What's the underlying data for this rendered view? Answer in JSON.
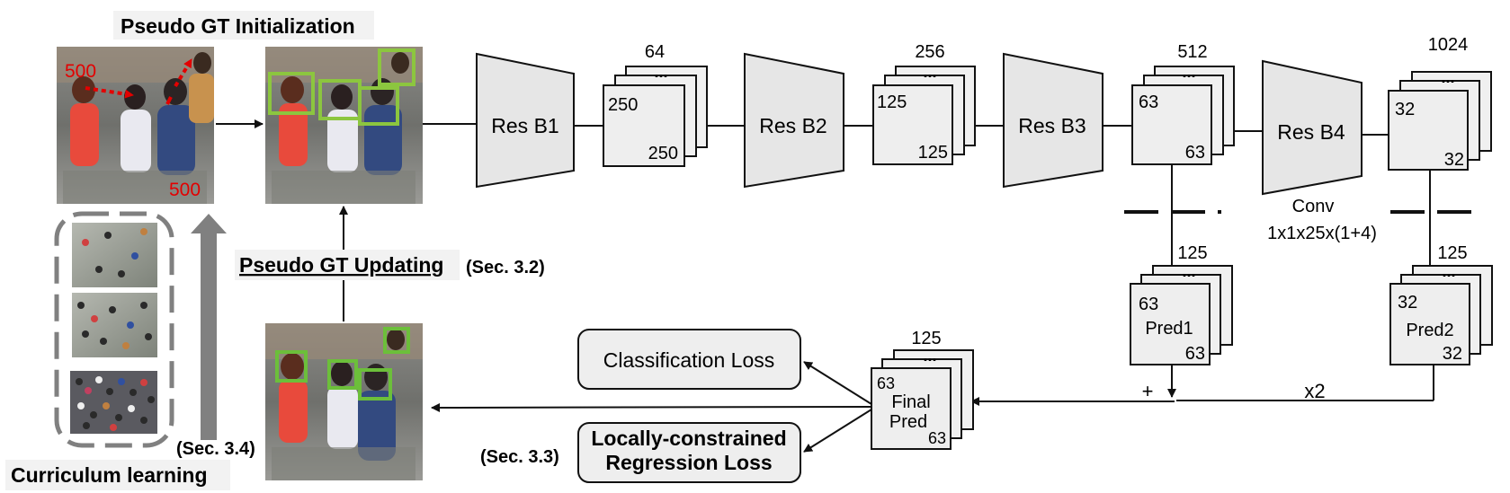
{
  "titles": {
    "pseudo_gt_init": "Pseudo GT Initialization",
    "pseudo_gt_updating": "Pseudo GT Updating",
    "pseudo_gt_updating_ref": "(Sec. 3.2)",
    "curriculum_learning": "Curriculum learning",
    "curriculum_ref": "(Sec. 3.4)",
    "regression_ref": "(Sec. 3.3)"
  },
  "image_annotations": {
    "dist_top": "500",
    "dist_bottom": "500"
  },
  "blocks": {
    "res_b1": "Res B1",
    "res_b2": "Res B2",
    "res_b3": "Res B3",
    "res_b4": "Res B4"
  },
  "feature_maps": {
    "fm1": {
      "channels": "64",
      "height": "250",
      "width": "250"
    },
    "fm2": {
      "channels": "256",
      "height": "125",
      "width": "125"
    },
    "fm3": {
      "channels": "512",
      "height": "63",
      "width": "63"
    },
    "fm4": {
      "channels": "1024",
      "height": "32",
      "width": "32"
    },
    "pred1": {
      "channels": "125",
      "height": "63",
      "width": "63",
      "label": "Pred1"
    },
    "pred2": {
      "channels": "125",
      "height": "32",
      "width": "32",
      "label": "Pred2"
    },
    "final": {
      "channels": "125",
      "height": "63",
      "width": "63",
      "label_line1": "Final",
      "label_line2": "Pred"
    },
    "dots": "..."
  },
  "conv": {
    "line1": "Conv",
    "line2": "1x1x25x(1+4)"
  },
  "ops": {
    "upsample": "x2",
    "plus": "+"
  },
  "losses": {
    "classification": "Classification Loss",
    "regression_line1": "Locally-constrained",
    "regression_line2": "Regression Loss"
  },
  "colors": {
    "block_fill": "#e6e6e6",
    "stroke": "#111111",
    "box_green": "#8cc63f",
    "annotation_red": "#e30000",
    "curriculum_gray": "#808080"
  }
}
